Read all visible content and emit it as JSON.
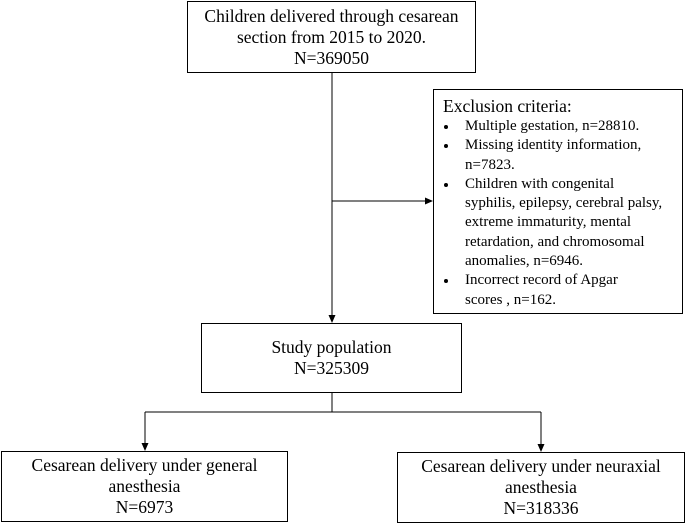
{
  "boxes": {
    "source": {
      "lines": [
        "Children delivered through cesarean",
        "section from 2015 to 2020.",
        "N=369050"
      ]
    },
    "study": {
      "lines": [
        "Study population",
        "N=325309"
      ]
    },
    "general": {
      "lines": [
        "Cesarean delivery under general",
        "anesthesia",
        "N=6973"
      ]
    },
    "neuraxial": {
      "lines": [
        "Cesarean delivery under neuraxial",
        "anesthesia",
        "N=318336"
      ]
    }
  },
  "exclusion": {
    "title": "Exclusion criteria:",
    "items": [
      {
        "lines": [
          "Multiple gestation, n=28810."
        ]
      },
      {
        "lines": [
          "Missing identity information,",
          "n=7823."
        ]
      },
      {
        "lines": [
          "Children with congenital",
          "syphilis, epilepsy, cerebral palsy,",
          "extreme immaturity, mental",
          "retardation, and chromosomal",
          "anomalies, n=6946."
        ]
      },
      {
        "lines": [
          "Incorrect record of Apgar",
          "scores , n=162."
        ]
      }
    ]
  }
}
